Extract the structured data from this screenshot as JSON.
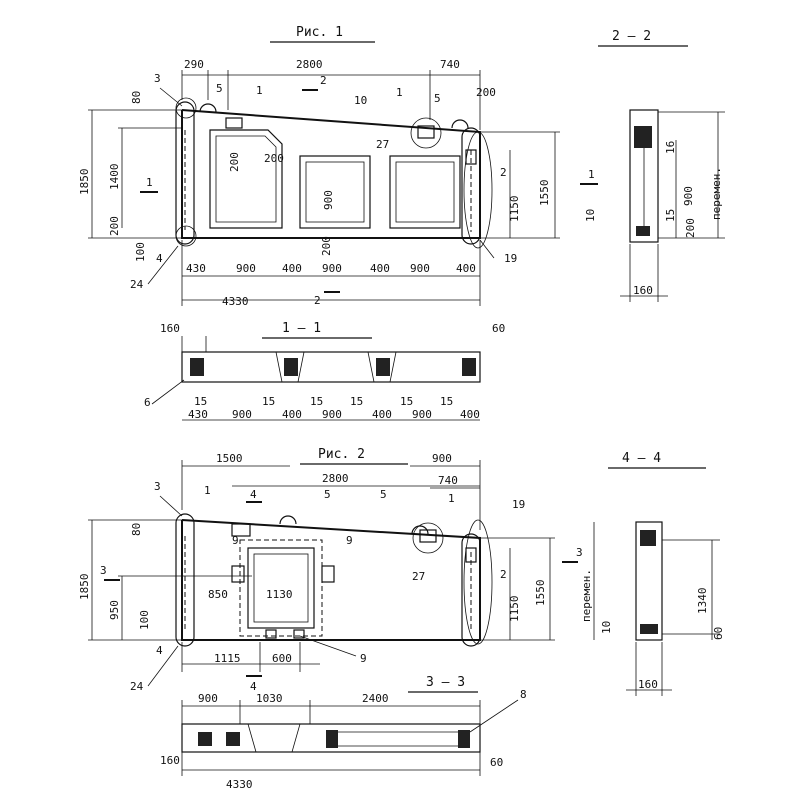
{
  "fig1": {
    "title": "Рис. 1",
    "dims": [
      "290",
      "2800",
      "740",
      "80",
      "200",
      "1850",
      "1400",
      "200",
      "100",
      "200",
      "1150",
      "1550",
      "430",
      "900",
      "400",
      "900",
      "400",
      "900",
      "400",
      "4330",
      "200",
      "900"
    ],
    "callouts": [
      "3",
      "5",
      "1",
      "10",
      "1",
      "5",
      "27",
      "2",
      "19",
      "4",
      "24"
    ],
    "section_marks": [
      "2",
      "2",
      "1"
    ]
  },
  "sec22": {
    "title": "2 — 2",
    "dims": [
      "16",
      "900",
      "15",
      "10",
      "200",
      "160"
    ],
    "note": "перемен.",
    "mark": "1"
  },
  "sec11": {
    "title": "1 — 1",
    "dims_top": [
      "160",
      "60"
    ],
    "dims_bottom": [
      "430",
      "900",
      "400",
      "900",
      "400",
      "900",
      "400"
    ],
    "small": [
      "15",
      "15",
      "15",
      "15",
      "15",
      "15"
    ],
    "callout": "6"
  },
  "fig2": {
    "title": "Рис. 2",
    "dims": [
      "1500",
      "900",
      "2800",
      "740",
      "80",
      "1850",
      "950",
      "100",
      "850",
      "1130",
      "1150",
      "1550",
      "1115",
      "600"
    ],
    "callouts": [
      "3",
      "1",
      "5",
      "5",
      "1",
      "19",
      "9",
      "9",
      "27",
      "2",
      "4",
      "24",
      "9"
    ],
    "section_marks": [
      "4",
      "4",
      "3",
      "3"
    ]
  },
  "sec44": {
    "title": "4 — 4",
    "dims": [
      "1340",
      "10",
      "60",
      "160"
    ],
    "note": "перемен."
  },
  "sec33": {
    "title": "3 — 3",
    "dims": [
      "900",
      "1030",
      "2400",
      "160",
      "4330",
      "60"
    ],
    "callout": "8"
  }
}
